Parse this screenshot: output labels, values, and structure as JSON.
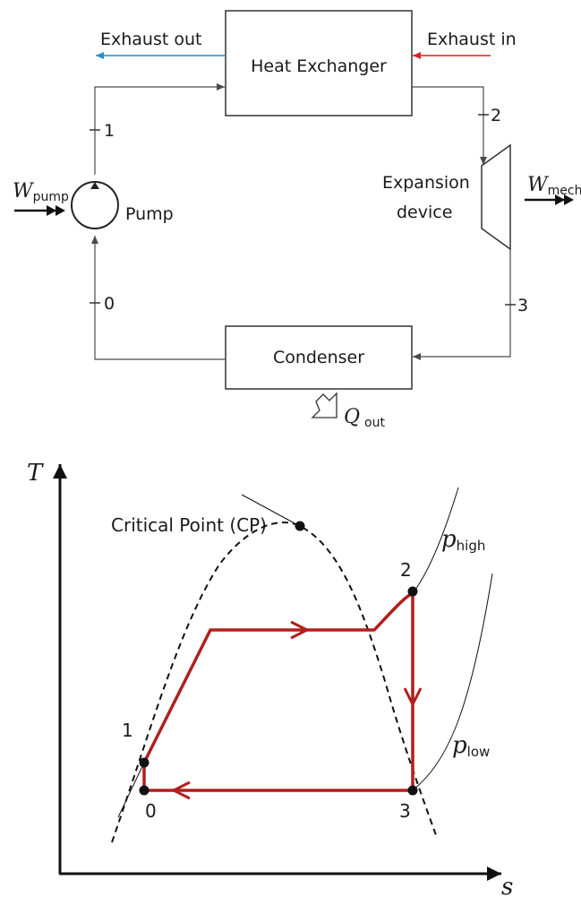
{
  "schematic": {
    "heat_exchanger": "Heat Exchanger",
    "exhaust_out": "Exhaust out",
    "exhaust_in": "Exhaust in",
    "pump": "Pump",
    "expansion_line1": "Expansion",
    "expansion_line2": "device",
    "condenser": "Condenser",
    "w_pump_main": "W",
    "w_pump_sub": "pump",
    "w_mech_main": "W",
    "w_mech_sub": "mech",
    "q_out_main": "Q",
    "q_out_sub": "out",
    "state_labels": [
      "0",
      "1",
      "2",
      "3"
    ],
    "colors": {
      "exhaust_out": "#2a8ac8",
      "exhaust_in": "#e02020",
      "line": "#4a4a4a"
    }
  },
  "ts_diagram": {
    "y_axis": "T",
    "x_axis": "s",
    "critical_point": "Critical Point (CP)",
    "p_high_main": "p",
    "p_high_sub": "high",
    "p_low_main": "p",
    "p_low_sub": "low",
    "point_labels": [
      "1",
      "0",
      "2",
      "3"
    ],
    "colors": {
      "cycle": "#b0201c",
      "dome": "#111111"
    }
  }
}
